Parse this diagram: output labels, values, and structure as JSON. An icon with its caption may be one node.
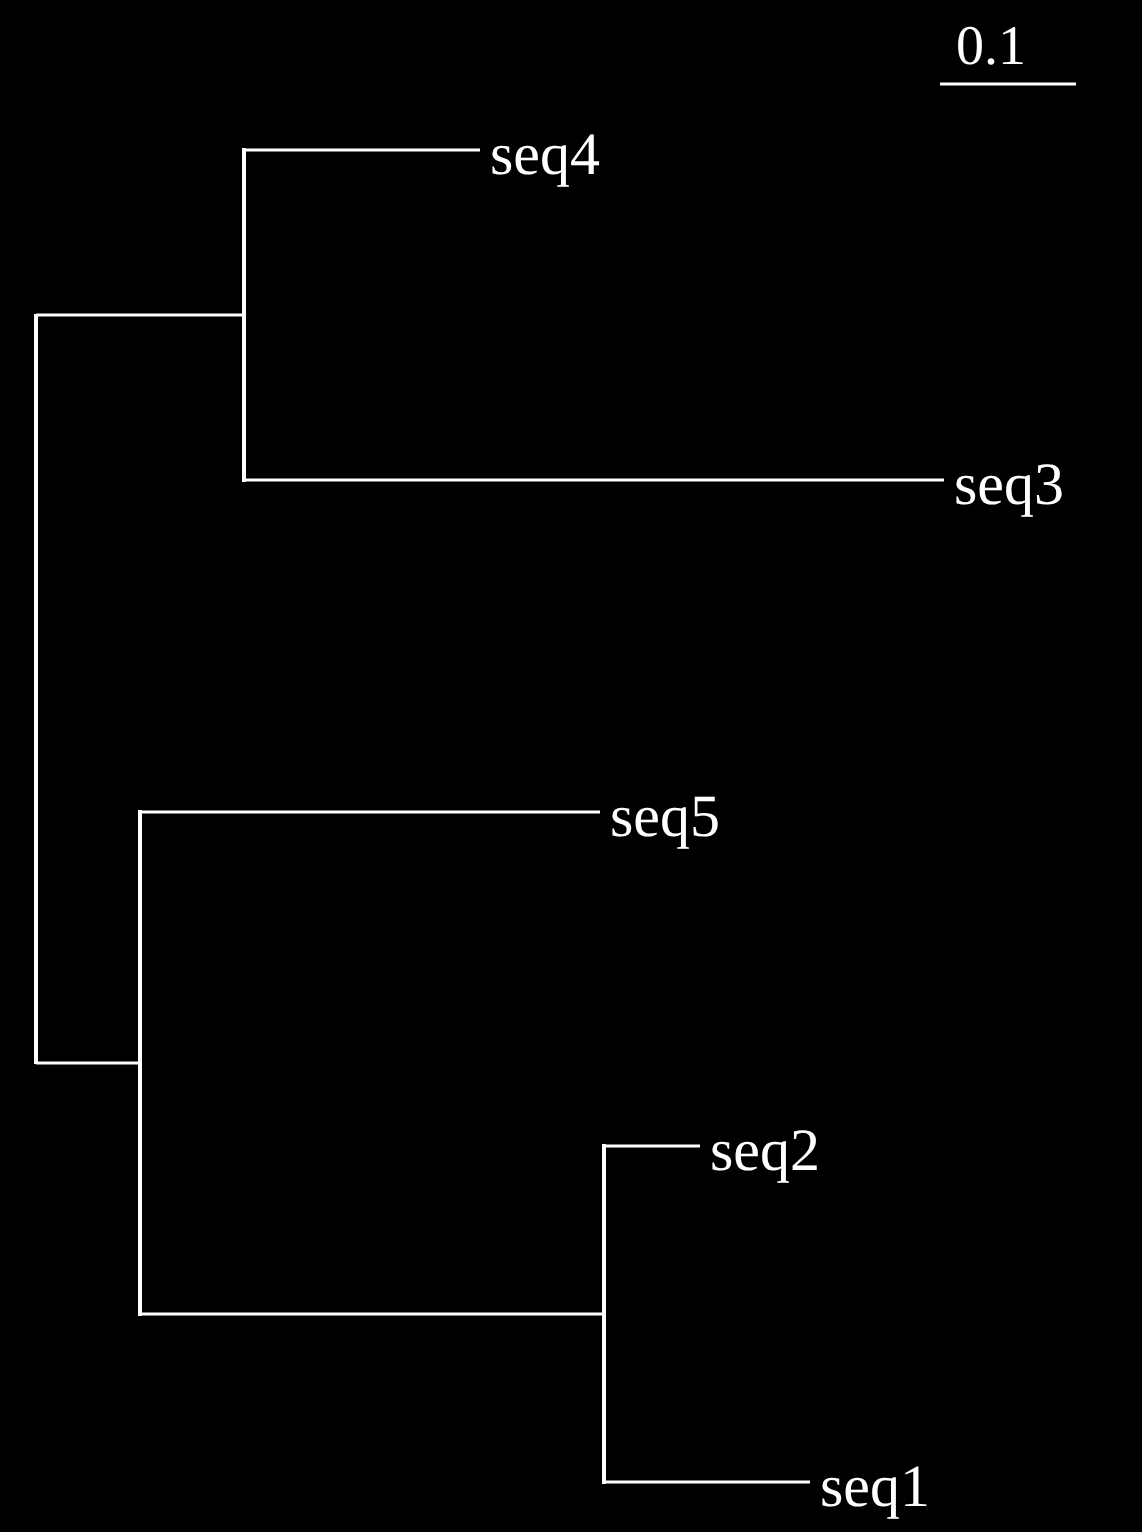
{
  "diagram": {
    "nodes": [
      {
        "text": [],
        "shape": "bar"
      },
      {
        "text": [],
        "shape": "bar"
      },
      {
        "text": [
          "seq4"
        ]
      },
      {
        "text": [
          "seq3"
        ]
      },
      {
        "text": [],
        "shape": "bar"
      },
      {
        "text": [
          "seq5"
        ]
      },
      {
        "text": [],
        "shape": "bar"
      },
      {
        "text": [
          "seq2"
        ]
      },
      {
        "text": [
          "seq1"
        ]
      }
    ],
    "edges": [
      {
        "from": 0,
        "to": 1,
        "arrow": "none"
      },
      {
        "from": 1,
        "to": 2,
        "arrow": "none"
      },
      {
        "from": 1,
        "to": 3,
        "arrow": "none"
      },
      {
        "from": 0,
        "to": 4,
        "arrow": "none"
      },
      {
        "from": 4,
        "to": 5,
        "arrow": "none"
      },
      {
        "from": 4,
        "to": 6,
        "arrow": "none"
      },
      {
        "from": 6,
        "to": 7,
        "arrow": "none"
      },
      {
        "from": 6,
        "to": 8,
        "arrow": "none"
      }
    ],
    "labels": [
      "0.1"
    ]
  }
}
